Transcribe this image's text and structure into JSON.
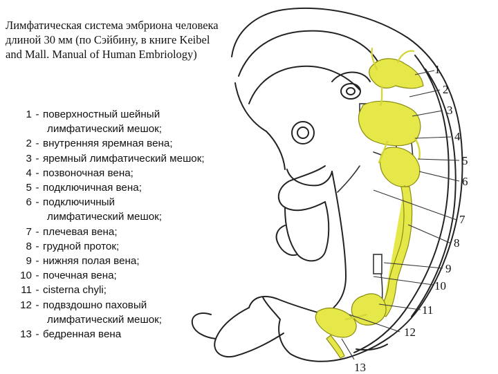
{
  "title": {
    "lines": [
      "Лимфатическая система эмбриона человека",
      "длиной 30 мм (по Сэйбину, в книге Keibel",
      "and Mall. Manual of Human Embriology)"
    ]
  },
  "legend": {
    "items": [
      {
        "num": "1",
        "dash": "-",
        "lines": [
          "поверхностный шейный",
          "лимфатический мешок;"
        ]
      },
      {
        "num": "2",
        "dash": "-",
        "lines": [
          "внутренняя яремная вена;"
        ]
      },
      {
        "num": "3",
        "dash": "-",
        "lines": [
          "яремный лимфатический мешок;"
        ]
      },
      {
        "num": "4",
        "dash": "-",
        "lines": [
          "позвоночная вена;"
        ]
      },
      {
        "num": "5",
        "dash": "-",
        "lines": [
          "подключичная вена;"
        ]
      },
      {
        "num": "6",
        "dash": "-",
        "lines": [
          "подключичный",
          "лимфатический  мешок;"
        ]
      },
      {
        "num": "7",
        "dash": "-",
        "lines": [
          "плечевая вена;"
        ]
      },
      {
        "num": "8",
        "dash": "-",
        "lines": [
          "грудной проток;"
        ]
      },
      {
        "num": "9",
        "dash": "-",
        "lines": [
          "нижняя полая вена;"
        ]
      },
      {
        "num": "10",
        "dash": "-",
        "lines": [
          "почечная вена;"
        ]
      },
      {
        "num": "11",
        "dash": "-",
        "lines": [
          "cisterna chyli;"
        ]
      },
      {
        "num": "12",
        "dash": "-",
        "lines": [
          "подвздошно паховый",
          "лимфатический мешок;"
        ]
      },
      {
        "num": "13",
        "dash": "-",
        "lines": [
          "бедренная вена"
        ]
      }
    ]
  },
  "callouts": [
    "1",
    "2",
    "3",
    "4",
    "5",
    "6",
    "7",
    "8",
    "9",
    "10",
    "11",
    "12",
    "13"
  ],
  "colors": {
    "lymph": "#e6e84a",
    "lymph_edge": "#8a8a10",
    "outline": "#222222",
    "background": "#ffffff"
  }
}
